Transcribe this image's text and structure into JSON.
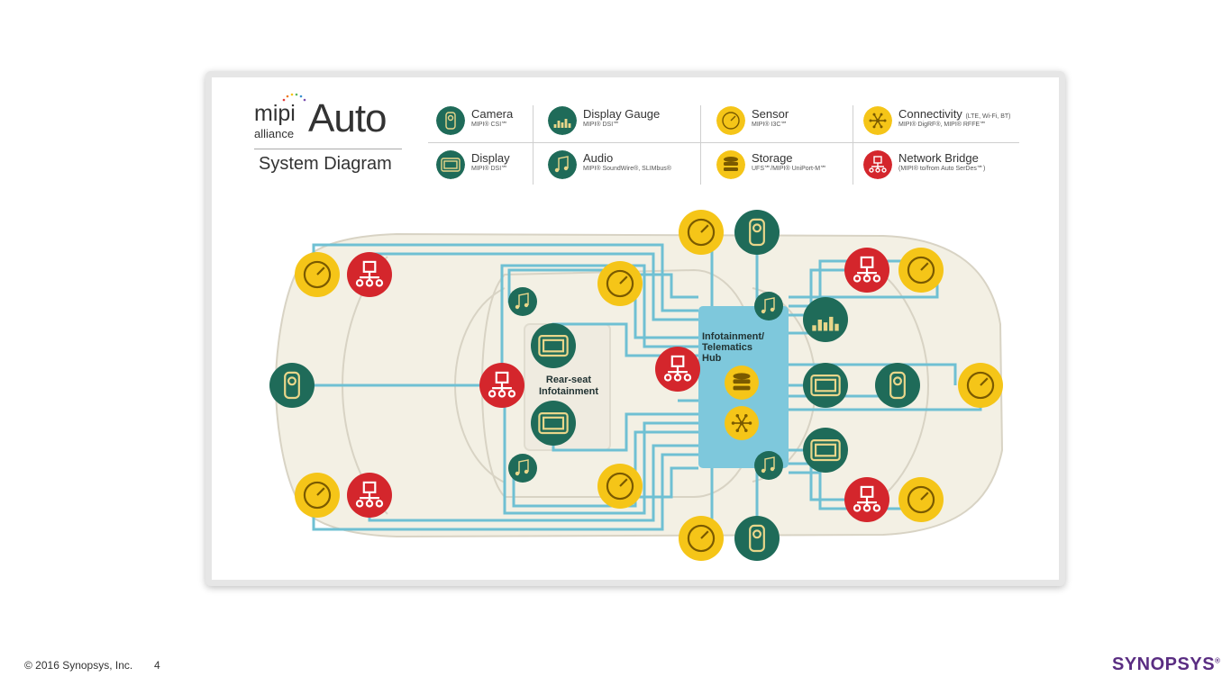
{
  "logo": {
    "mipi": "mipi",
    "alliance": "alliance",
    "auto": "Auto",
    "subtitle": "System Diagram"
  },
  "legend": [
    {
      "name": "Camera",
      "note": "",
      "sub": "MIPI® CSI℠",
      "kind": "camera"
    },
    {
      "name": "Display",
      "note": "",
      "sub": "MIPI® DSI℠",
      "kind": "display"
    },
    {
      "name": "Display Gauge",
      "note": "",
      "sub": "MIPI® DSI℠",
      "kind": "gauge"
    },
    {
      "name": "Audio",
      "note": "",
      "sub": "MIPI® SoundWire®, SLIMbus®",
      "kind": "audio"
    },
    {
      "name": "Sensor",
      "note": "",
      "sub": "MIPI® I3C℠",
      "kind": "sensor"
    },
    {
      "name": "Storage",
      "note": "",
      "sub": "UFS℠/MIPI® UniPort-M℠",
      "kind": "storage"
    },
    {
      "name": "Connectivity",
      "note": "(LTE, Wi-Fi, BT)",
      "sub": "MIPI® DigRF®, MIPI® RFFE℠",
      "kind": "connectivity"
    },
    {
      "name": "Network Bridge",
      "note": "",
      "sub": "(MIPI® to/from Auto SerDes℠)",
      "kind": "bridge"
    }
  ],
  "labels": {
    "hub_line1": "Infotainment/",
    "hub_line2": "Telematics",
    "hub_line3": "Hub",
    "rear_line1": "Rear-seat",
    "rear_line2": "Infotainment"
  },
  "colors": {
    "green": "#1f6b59",
    "yellow": "#f5c518",
    "red": "#d4262c",
    "wire": "#6fc0d3",
    "hub": "#7ec8dc",
    "car": "#f3f0e4"
  },
  "footer": {
    "copyright": "© 2016 Synopsys, Inc.",
    "page": "4",
    "brand": "SYNOPSYS"
  }
}
